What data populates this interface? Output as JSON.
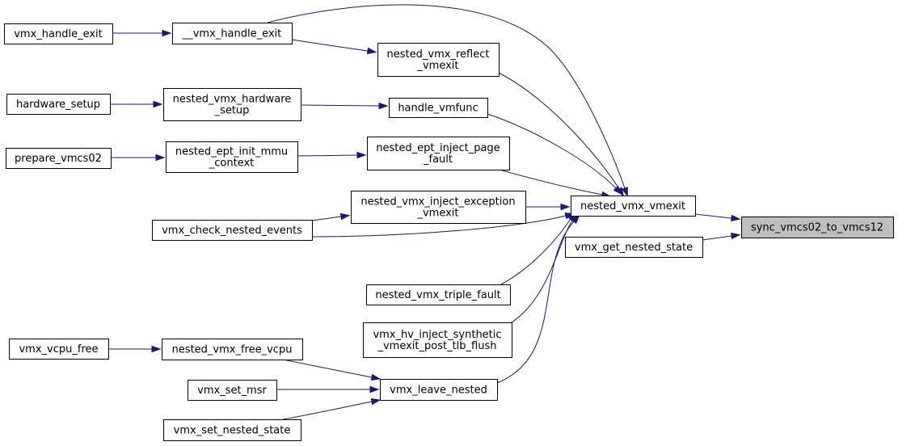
{
  "graph": {
    "root": "sync_vmcs02_to_vmcs12",
    "edge_color": "#191970",
    "root_fill": "#bfbfbf",
    "nodes": {
      "vmx_handle_exit": [
        "vmx_handle_exit"
      ],
      "__vmx_handle_exit": [
        "__vmx_handle_exit"
      ],
      "nested_vmx_reflect_vmexit": [
        "nested_vmx_reflect",
        "_vmexit"
      ],
      "hardware_setup": [
        "hardware_setup"
      ],
      "nested_vmx_hardware_setup": [
        "nested_vmx_hardware",
        "_setup"
      ],
      "handle_vmfunc": [
        "handle_vmfunc"
      ],
      "prepare_vmcs02": [
        "prepare_vmcs02"
      ],
      "nested_ept_init_mmu_context": [
        "nested_ept_init_mmu",
        "_context"
      ],
      "nested_ept_inject_page_fault": [
        "nested_ept_inject_page",
        "_fault"
      ],
      "nested_vmx_inject_exception_vmexit": [
        "nested_vmx_inject_exception",
        "_vmexit"
      ],
      "nested_vmx_vmexit": [
        "nested_vmx_vmexit"
      ],
      "sync_vmcs02_to_vmcs12": [
        "sync_vmcs02_to_vmcs12"
      ],
      "vmx_check_nested_events": [
        "vmx_check_nested_events"
      ],
      "vmx_get_nested_state": [
        "vmx_get_nested_state"
      ],
      "nested_vmx_triple_fault": [
        "nested_vmx_triple_fault"
      ],
      "vmx_hv_inject_synthetic_vmexit_post_tlb_flush": [
        "vmx_hv_inject_synthetic",
        "_vmexit_post_tlb_flush"
      ],
      "vmx_vcpu_free": [
        "vmx_vcpu_free"
      ],
      "nested_vmx_free_vcpu": [
        "nested_vmx_free_vcpu"
      ],
      "vmx_set_msr": [
        "vmx_set_msr"
      ],
      "vmx_leave_nested": [
        "vmx_leave_nested"
      ],
      "vmx_set_nested_state": [
        "vmx_set_nested_state"
      ]
    },
    "edges": [
      [
        "vmx_handle_exit",
        "__vmx_handle_exit"
      ],
      [
        "__vmx_handle_exit",
        "nested_vmx_reflect_vmexit"
      ],
      [
        "__vmx_handle_exit",
        "nested_vmx_vmexit"
      ],
      [
        "nested_vmx_reflect_vmexit",
        "nested_vmx_vmexit"
      ],
      [
        "hardware_setup",
        "nested_vmx_hardware_setup"
      ],
      [
        "nested_vmx_hardware_setup",
        "handle_vmfunc"
      ],
      [
        "handle_vmfunc",
        "nested_vmx_vmexit"
      ],
      [
        "prepare_vmcs02",
        "nested_ept_init_mmu_context"
      ],
      [
        "nested_ept_init_mmu_context",
        "nested_ept_inject_page_fault"
      ],
      [
        "nested_ept_inject_page_fault",
        "nested_vmx_vmexit"
      ],
      [
        "vmx_check_nested_events",
        "nested_vmx_inject_exception_vmexit"
      ],
      [
        "nested_vmx_inject_exception_vmexit",
        "nested_vmx_vmexit"
      ],
      [
        "vmx_check_nested_events",
        "nested_vmx_vmexit"
      ],
      [
        "nested_vmx_triple_fault",
        "nested_vmx_vmexit"
      ],
      [
        "vmx_hv_inject_synthetic_vmexit_post_tlb_flush",
        "nested_vmx_vmexit"
      ],
      [
        "vmx_leave_nested",
        "nested_vmx_vmexit"
      ],
      [
        "vmx_vcpu_free",
        "nested_vmx_free_vcpu"
      ],
      [
        "nested_vmx_free_vcpu",
        "vmx_leave_nested"
      ],
      [
        "vmx_set_msr",
        "vmx_leave_nested"
      ],
      [
        "vmx_set_nested_state",
        "vmx_leave_nested"
      ],
      [
        "nested_vmx_vmexit",
        "sync_vmcs02_to_vmcs12"
      ],
      [
        "vmx_get_nested_state",
        "sync_vmcs02_to_vmcs12"
      ]
    ]
  }
}
